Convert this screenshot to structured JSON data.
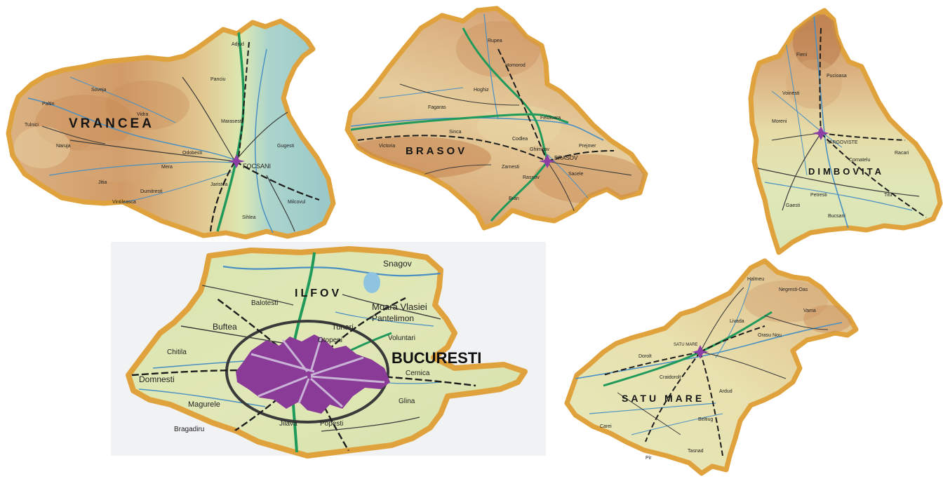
{
  "colors": {
    "border": "#e0a23c",
    "relief_high": "#c98d58",
    "relief_mid": "#dfb787",
    "relief_low": "#e8d6a4",
    "plain": "#dfe7b8",
    "lowland_blue": "#a9d3cf",
    "river": "#4a90c2",
    "road": "#1d1d1d",
    "main_road": "#1f9a5a",
    "capital_marker": "#8e3fa6",
    "city_fill": "#8a3b97",
    "ring_road": "#3a3a3a"
  },
  "maps": [
    {
      "county": "VRANCEA",
      "seat": "FOCSANI",
      "places": [
        "Soveja",
        "Vidra",
        "Panciu",
        "Odobesti",
        "Adjud",
        "Marasesti",
        "Mera",
        "Dumitresti",
        "Jitia",
        "Naruja",
        "Paltin",
        "Tulnici",
        "Vintileasca",
        "Jaristea",
        "Gugesti",
        "Sihlea",
        "Milcovul"
      ]
    },
    {
      "county": "BRASOV",
      "seat": "BRASOV",
      "places": [
        "Fagaras",
        "Rupea",
        "Codlea",
        "Zarnesti",
        "Rasnov",
        "Sacele",
        "Ghimbav",
        "Victoria",
        "Bran",
        "Homorod",
        "Feldioara",
        "Hoghiz",
        "Prejmer",
        "Sinca"
      ]
    },
    {
      "county": "DIMBOVITA",
      "seat": "TARGOVISTE",
      "places": [
        "Pucioasa",
        "Fieni",
        "Moreni",
        "Titu",
        "Gaesti",
        "Racari",
        "Voinesti",
        "Bucsani",
        "Petresti",
        "Cornatelu"
      ]
    },
    {
      "county": "ILFOV",
      "capital": "BUCURESTI",
      "places": [
        "Snagov",
        "Balotesti",
        "Moara Vlasiei",
        "Pantelimon",
        "Tunari",
        "Chitila",
        "Buftea",
        "Otopeni",
        "Jilava",
        "Popesti",
        "Voluntari",
        "Cernica",
        "Glina",
        "Domnesti",
        "Magurele",
        "Bragadiru"
      ]
    },
    {
      "county": "SATU MARE",
      "seat": "SATU MARE",
      "places": [
        "Carei",
        "Negresti-Oas",
        "Tasnad",
        "Livada",
        "Ardud",
        "Halmeu",
        "Orasu Nou",
        "Vama",
        "Beltiug",
        "Pir",
        "Craidorolt",
        "Dorolt"
      ]
    }
  ]
}
